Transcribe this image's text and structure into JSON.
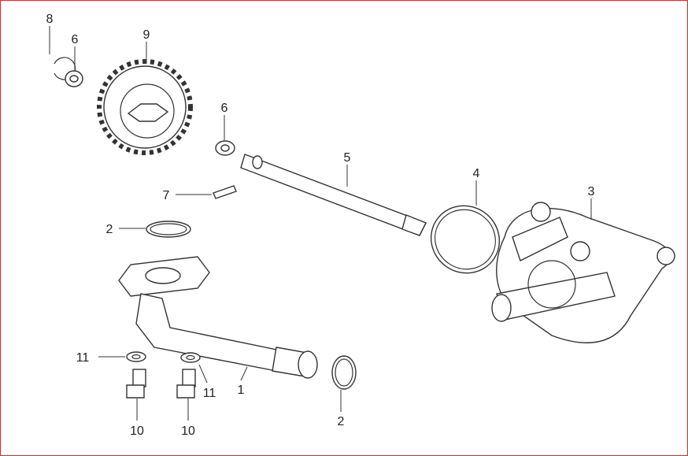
{
  "diagram": {
    "type": "exploded-parts-view",
    "callouts": [
      {
        "id": "c8",
        "number": "8",
        "part": "circlip"
      },
      {
        "id": "c6a",
        "number": "6",
        "part": "washer"
      },
      {
        "id": "c9",
        "number": "9",
        "part": "gear"
      },
      {
        "id": "c6b",
        "number": "6",
        "part": "washer"
      },
      {
        "id": "c5",
        "number": "5",
        "part": "shaft"
      },
      {
        "id": "c4",
        "number": "4",
        "part": "o-ring"
      },
      {
        "id": "c3",
        "number": "3",
        "part": "pump-body"
      },
      {
        "id": "c7",
        "number": "7",
        "part": "pin"
      },
      {
        "id": "c2a",
        "number": "2",
        "part": "o-ring"
      },
      {
        "id": "c11a",
        "number": "11",
        "part": "washer"
      },
      {
        "id": "c11b",
        "number": "11",
        "part": "washer"
      },
      {
        "id": "c1",
        "number": "1",
        "part": "pipe"
      },
      {
        "id": "c2b",
        "number": "2",
        "part": "o-ring"
      },
      {
        "id": "c10a",
        "number": "10",
        "part": "bolt"
      },
      {
        "id": "c10b",
        "number": "10",
        "part": "bolt"
      }
    ]
  }
}
